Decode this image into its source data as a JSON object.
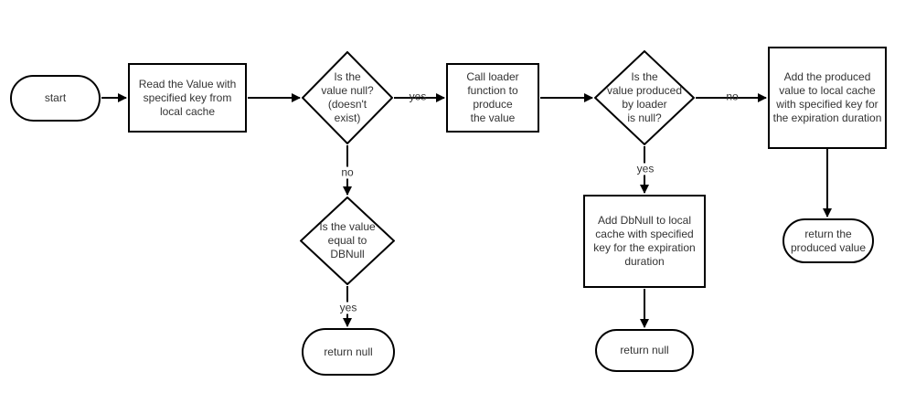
{
  "diagram": {
    "type": "flowchart",
    "background": "#ffffff",
    "stroke_color": "#000000",
    "text_color": "#333333",
    "nodes": {
      "start": {
        "shape": "terminal",
        "label": "start"
      },
      "read_value": {
        "shape": "process",
        "label": "Read the Value with\nspecified key from\nlocal cache"
      },
      "is_value_null": {
        "shape": "decision",
        "label": "Is the\nvalue null?\n(doesn't\nexist)"
      },
      "call_loader": {
        "shape": "process",
        "label": "Call loader\nfunction to\nproduce\nthe value"
      },
      "is_produced_null": {
        "shape": "decision",
        "label": "Is the\nvalue produced\nby loader\nis null?"
      },
      "add_produced_value": {
        "shape": "process",
        "label": "Add the produced\nvalue to local cache\nwith specified key for\nthe expiration duration"
      },
      "is_equal_dbnull": {
        "shape": "decision",
        "label": "Is the value\nequal to\nDBNull"
      },
      "add_dbnull": {
        "shape": "process",
        "label": "Add DbNull to local\ncache with specified\nkey for the expiration\nduration"
      },
      "return_null_left": {
        "shape": "terminal",
        "label": "return null"
      },
      "return_null_mid": {
        "shape": "terminal",
        "label": "return null"
      },
      "return_produced_value": {
        "shape": "terminal",
        "label": "return the\nproduced value"
      }
    },
    "edge_labels": {
      "value_null_yes": "yes",
      "value_null_no": "no",
      "produced_null_no": "no",
      "produced_null_yes": "yes",
      "equal_dbnull_yes": "yes"
    }
  }
}
